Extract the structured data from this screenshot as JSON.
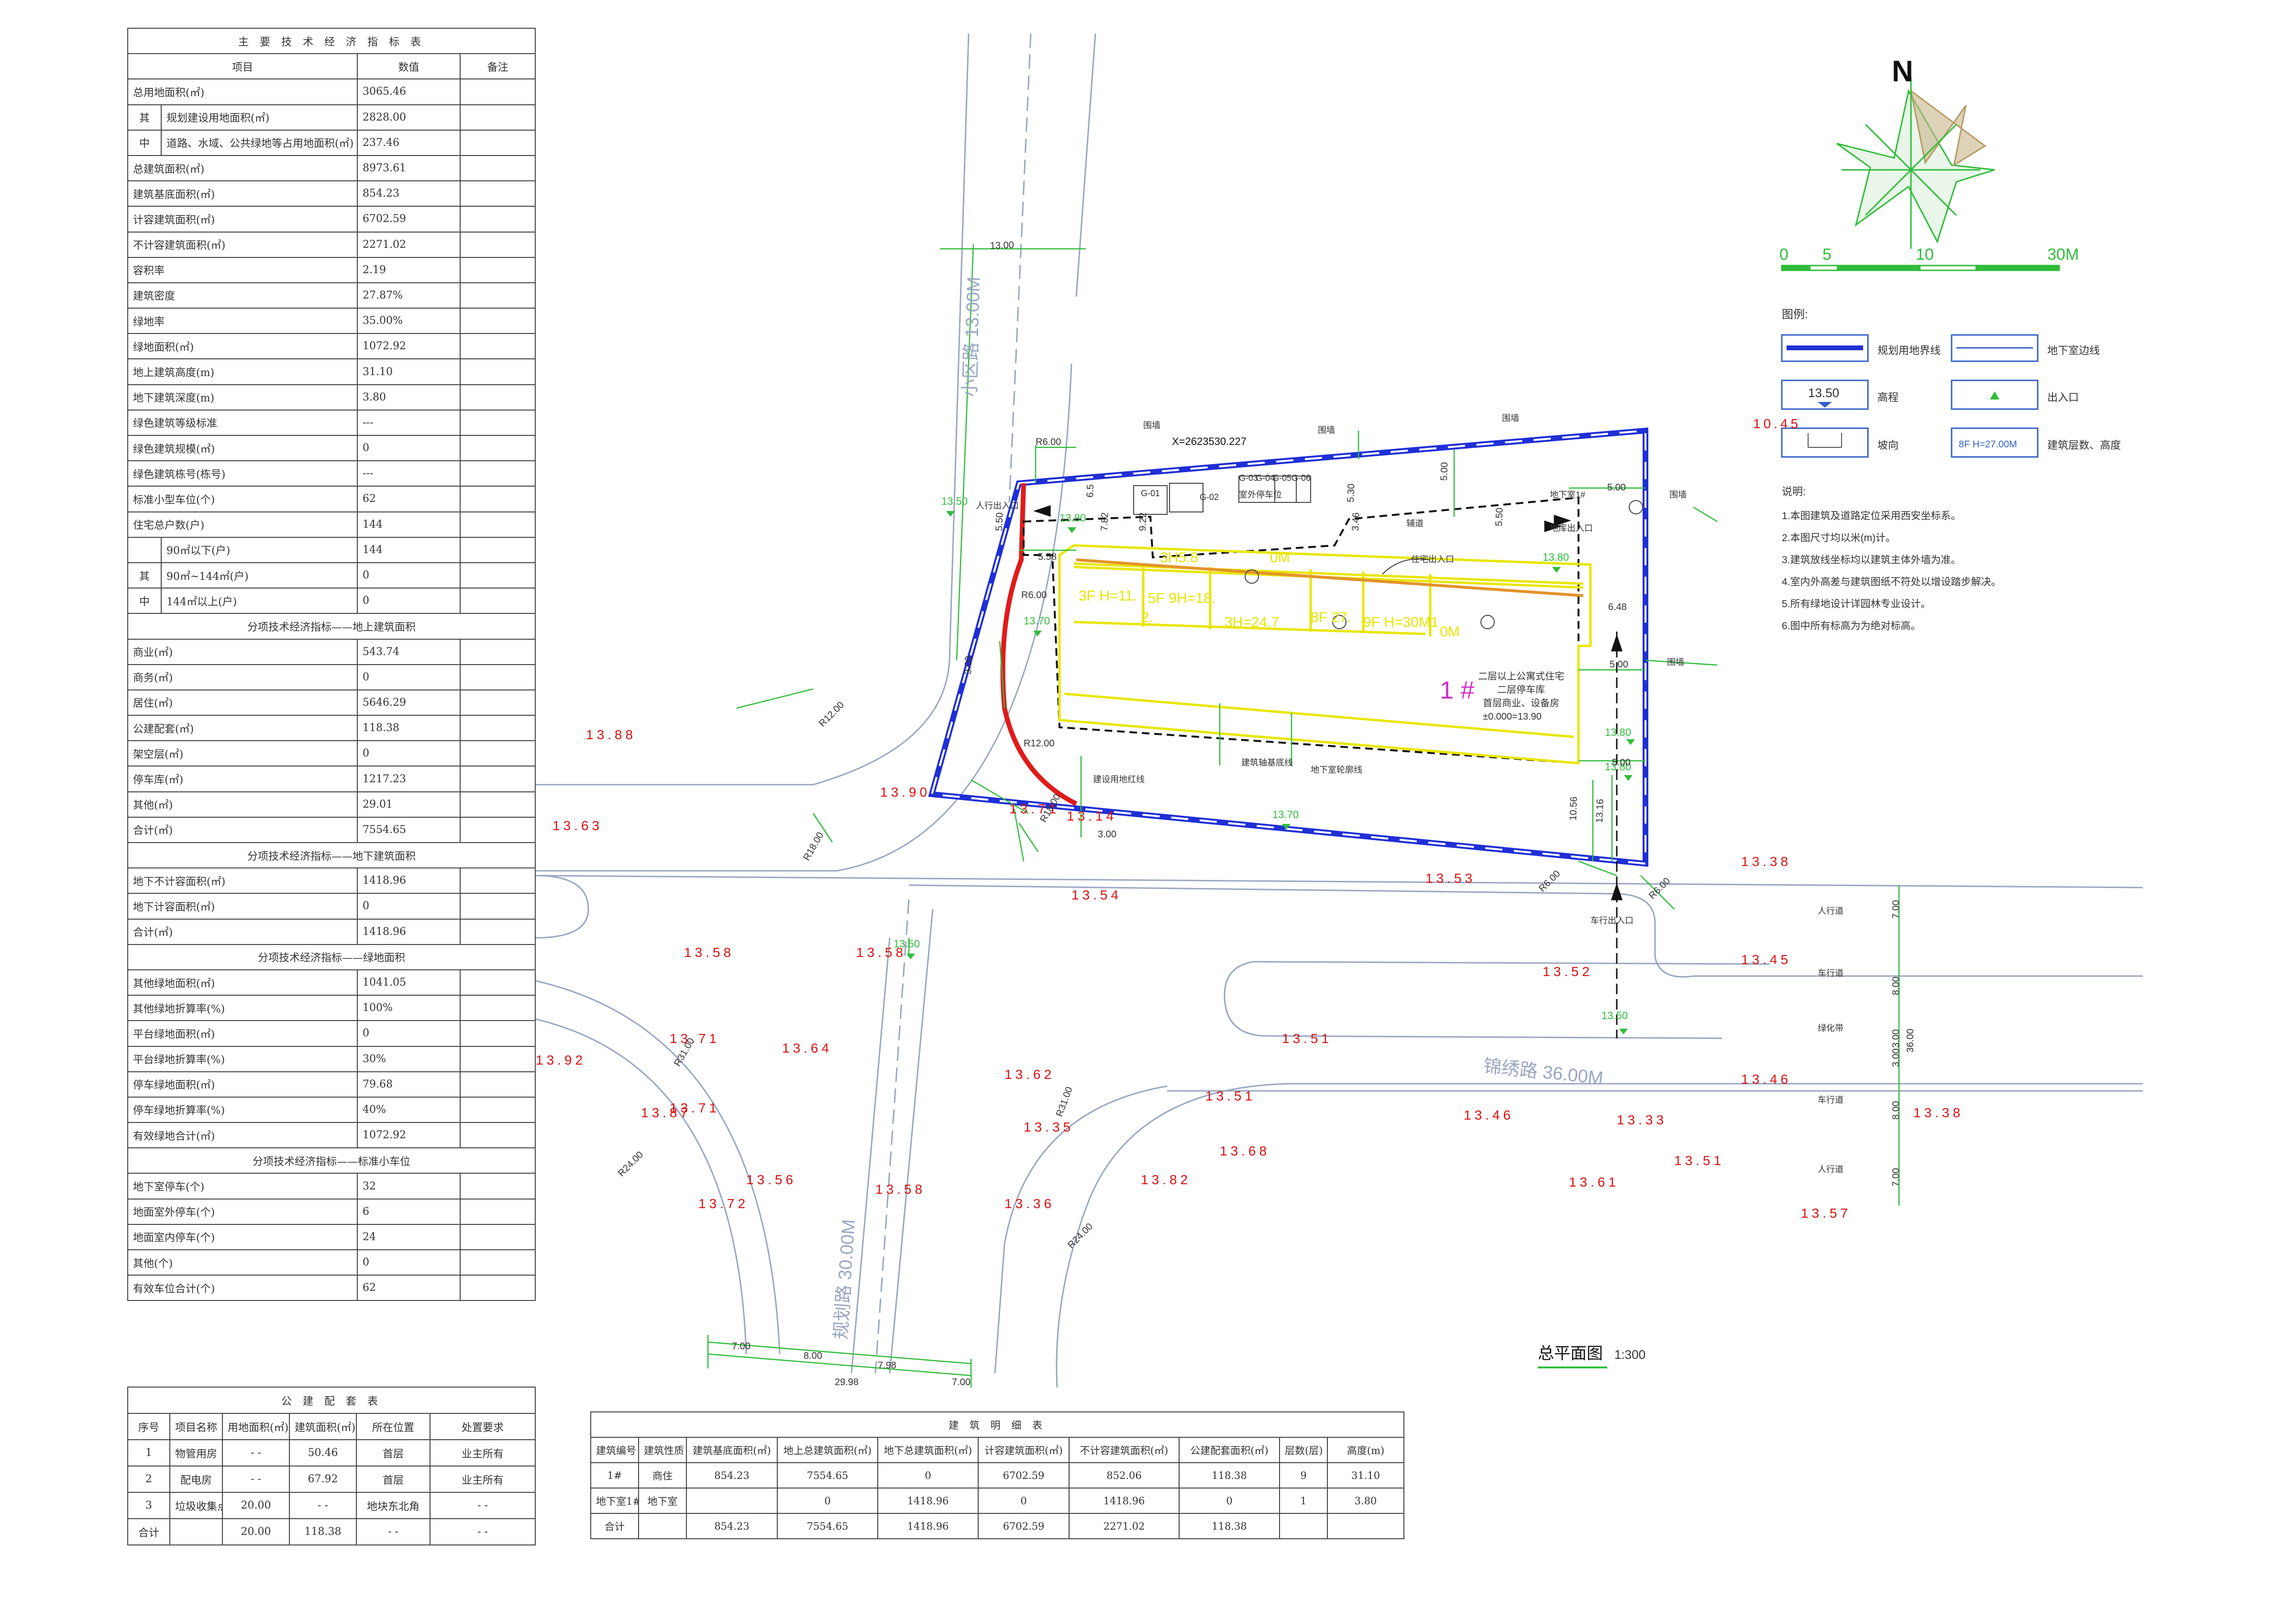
{
  "tech_table": {
    "title": "主 要 技 术 经 济 指 标 表",
    "headers": [
      "项目",
      "数值",
      "备注"
    ],
    "rows": [
      {
        "label": "总用地面积(㎡)",
        "value": "3065.46"
      },
      {
        "label": "规划建设用地面积(㎡)",
        "value": "2828.00",
        "group": "其",
        "indent": true
      },
      {
        "label": "道路、水域、公共绿地等占用地面积(㎡)",
        "value": "237.46",
        "group": "中",
        "indent": true
      },
      {
        "label": "总建筑面积(㎡)",
        "value": "8973.61"
      },
      {
        "label": "建筑基底面积(㎡)",
        "value": "854.23"
      },
      {
        "label": "计容建筑面积(㎡)",
        "value": "6702.59"
      },
      {
        "label": "不计容建筑面积(㎡)",
        "value": "2271.02"
      },
      {
        "label": "容积率",
        "value": "2.19"
      },
      {
        "label": "建筑密度",
        "value": "27.87%"
      },
      {
        "label": "绿地率",
        "value": "35.00%"
      },
      {
        "label": "绿地面积(㎡)",
        "value": "1072.92"
      },
      {
        "label": "地上建筑高度(m)",
        "value": "31.10"
      },
      {
        "label": "地下建筑深度(m)",
        "value": "3.80"
      },
      {
        "label": "绿色建筑等级标准",
        "value": "---"
      },
      {
        "label": "绿色建筑规模(㎡)",
        "value": "0"
      },
      {
        "label": "绿色建筑栋号(栋号)",
        "value": "---"
      },
      {
        "label": "标准小型车位(个)",
        "value": "62"
      },
      {
        "label": "住宅总户数(户)",
        "value": "144"
      },
      {
        "label": "90㎡以下(户)",
        "value": "144",
        "group": "",
        "indent": true
      },
      {
        "label": "90㎡~144㎡(户)",
        "value": "0",
        "group": "其",
        "indent": true
      },
      {
        "label": "144㎡以上(户)",
        "value": "0",
        "group": "中",
        "indent": true
      }
    ],
    "sec_above_title": "分项技术经济指标——地上建筑面积",
    "sec_above": [
      {
        "label": "商业(㎡)",
        "value": "543.74"
      },
      {
        "label": "商务(㎡)",
        "value": "0"
      },
      {
        "label": "居住(㎡)",
        "value": "5646.29"
      },
      {
        "label": "公建配套(㎡)",
        "value": "118.38"
      },
      {
        "label": "架空层(㎡)",
        "value": "0"
      },
      {
        "label": "停车库(㎡)",
        "value": "1217.23"
      },
      {
        "label": "其他(㎡)",
        "value": "29.01"
      },
      {
        "label": "合计(㎡)",
        "value": "7554.65"
      }
    ],
    "sec_below_title": "分项技术经济指标——地下建筑面积",
    "sec_below": [
      {
        "label": "地下不计容面积(㎡)",
        "value": "1418.96"
      },
      {
        "label": "地下计容面积(㎡)",
        "value": "0"
      },
      {
        "label": "合计(㎡)",
        "value": "1418.96"
      }
    ],
    "sec_green_title": "分项技术经济指标——绿地面积",
    "sec_green": [
      {
        "label": "其他绿地面积(㎡)",
        "value": "1041.05"
      },
      {
        "label": "其他绿地折算率(%)",
        "value": "100%"
      },
      {
        "label": "平台绿地面积(㎡)",
        "value": "0"
      },
      {
        "label": "平台绿地折算率(%)",
        "value": "30%"
      },
      {
        "label": "停车绿地面积(㎡)",
        "value": "79.68"
      },
      {
        "label": "停车绿地折算率(%)",
        "value": "40%"
      },
      {
        "label": "有效绿地合计(㎡)",
        "value": "1072.92"
      }
    ],
    "sec_park_title": "分项技术经济指标——标准小车位",
    "sec_park": [
      {
        "label": "地下室停车(个)",
        "value": "32"
      },
      {
        "label": "地面室外停车(个)",
        "value": "6"
      },
      {
        "label": "地面室内停车(个)",
        "value": "24"
      },
      {
        "label": "其他(个)",
        "value": "0"
      },
      {
        "label": "有效车位合计(个)",
        "value": "62"
      }
    ]
  },
  "public_table": {
    "title": "公 建 配 套 表",
    "headers": [
      "序号",
      "项目名称",
      "用地面积(㎡)",
      "建筑面积(㎡)",
      "所在位置",
      "处置要求"
    ],
    "rows": [
      [
        "1",
        "物管用房",
        "- -",
        "50.46",
        "首层",
        "业主所有"
      ],
      [
        "2",
        "配电房",
        "- -",
        "67.92",
        "首层",
        "业主所有"
      ],
      [
        "3",
        "垃圾收集点",
        "20.00",
        "- -",
        "地块东北角",
        "- -"
      ],
      [
        "合计",
        "",
        "20.00",
        "118.38",
        "- -",
        "- -"
      ]
    ]
  },
  "building_table": {
    "title": "建 筑 明 细 表",
    "headers": [
      "建筑编号",
      "建筑性质",
      "建筑基底面积(㎡)",
      "地上总建筑面积(㎡)",
      "地下总建筑面积(㎡)",
      "计容建筑面积(㎡)",
      "不计容建筑面积(㎡)",
      "公建配套面积(㎡)",
      "层数(层)",
      "高度(m)"
    ],
    "rows": [
      [
        "1#",
        "商住",
        "854.23",
        "7554.65",
        "0",
        "6702.59",
        "852.06",
        "118.38",
        "9",
        "31.10"
      ],
      [
        "地下室1#",
        "地下室",
        "",
        "0",
        "1418.96",
        "0",
        "1418.96",
        "0",
        "1",
        "3.80"
      ],
      [
        "合计",
        "",
        "854.23",
        "7554.65",
        "1418.96",
        "6702.59",
        "2271.02",
        "118.38",
        "",
        ""
      ]
    ]
  },
  "legend": {
    "north": "N",
    "scale_labels": [
      "0",
      "5",
      "10",
      "30M"
    ],
    "title": "图例:",
    "items": {
      "boundary": "规划用地界线",
      "basement": "地下室边线",
      "elevation": "高程",
      "elevation_sample": "13.50",
      "entrance": "出入口",
      "slope": "坡向",
      "floors": "建筑层数、高度",
      "floors_sample": "8F H=27.00M"
    },
    "stray_elev": "10.45",
    "notes_title": "说明:",
    "notes": [
      "1.本图建筑及道路定位采用西安坐标系。",
      "2.本图尺寸均以米(m)计。",
      "3.建筑放线坐标均以建筑主体外墙为准。",
      "4.室内外高差与建筑图纸不符处以增设踏步解决。",
      "5.所有绿地设计详园林专业设计。",
      "6.图中所有标高为为绝对标高。"
    ]
  },
  "plan": {
    "title": "总平面图",
    "scale": "1:300",
    "road_xiaoqu": "小区路 13.00M",
    "road_jinxiu": "锦绣路 36.00M",
    "road_guihua": "规划路 30.00M",
    "coord": "X=2623530.227",
    "building_no": "1 #",
    "building_desc": [
      "二层以上公寓式住宅",
      "二层停车库",
      "首层商业、设备房",
      "±0.000=13.90"
    ],
    "floor_tags": [
      "3F H=11.",
      "5F 9H=18.",
      "3H5.8",
      "2.",
      "3H=24.7",
      "0M",
      "8F 27.",
      "9F H=30M1",
      "0M"
    ],
    "parking": [
      "G-01",
      "G-02",
      "G-03",
      "G-04",
      "G-05",
      "G-06"
    ],
    "labels": {
      "pedestrian_entry": "人行出入口",
      "basement_entry": "地下室1#",
      "basement_ramp": "地库出入口",
      "vehicle_entry": "车行出入口",
      "outdoor_parking": "室外停车位",
      "wall1": "围墙",
      "wall2": "围墙",
      "wall3": "围墙",
      "wall4": "围墙",
      "wall5": "围墙",
      "redline": "建设用地红线",
      "build_line": "建筑轴基底线",
      "base_line": "地下室轮廓线",
      "lane": "辅道",
      "lane2": "住宅出入口",
      "walk_a": "人行道",
      "motor_a": "车行道",
      "green_a": "绿化带",
      "motor_b": "车行道",
      "walk_b": "人行道"
    },
    "red_elevations": [
      "13.88",
      "13.63",
      "13.90",
      "13.71",
      "13.58",
      "13.54",
      "13.71",
      "13.58",
      "13.92",
      "13.71",
      "13.64",
      "13.87",
      "13.56",
      "13.72",
      "13.58",
      "13.62",
      "13.35",
      "13.36",
      "13.51",
      "13.68",
      "13.82",
      "13.51",
      "13.53",
      "13.52",
      "13.46",
      "13.33",
      "13.61",
      "13.51",
      "13.38",
      "13.45",
      "13.46",
      "13.38",
      "13.57",
      "13.14"
    ],
    "green_elevations": [
      "13.50",
      "13.80",
      "13.70",
      "13.80",
      "13.80",
      "13.70",
      "13.50",
      "13.50",
      "13.80"
    ],
    "dims": [
      "13.00",
      "R6.00",
      "5.50",
      "5.58",
      "R6.00",
      "3.00",
      "R12.00",
      "R12.00",
      "R18.00",
      "R18.00",
      "3.00",
      "5.00",
      "5.50",
      "5.00",
      "6.48",
      "5.00",
      "5.00",
      "10.56",
      "13.16",
      "R6.00",
      "R6.00",
      "R31.00",
      "R24.00",
      "R31.00",
      "R24.00",
      "7.00",
      "8.00",
      "7.98",
      "7.00",
      "29.98",
      "7.00",
      "8.00",
      "3.00",
      "3.00",
      "8.00",
      "7.00",
      "36.00",
      "5.30",
      "3.46",
      "9.22",
      "7.82",
      "6.5"
    ]
  }
}
